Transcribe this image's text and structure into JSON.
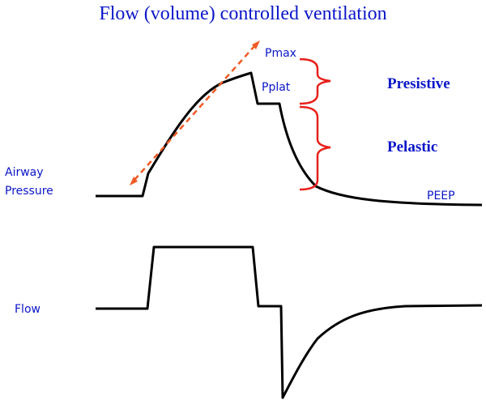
{
  "title": "Flow (volume) controlled ventilation",
  "labels": {
    "airway_pressure_line1": "Airway",
    "airway_pressure_line2": "Pressure",
    "flow": "Flow",
    "pmax": "Pmax",
    "pplat": "Pplat",
    "peep": "PEEP",
    "presistive": "Presistive",
    "pelastic": "Pelastic"
  },
  "colors": {
    "text_blue": "#0b16c8",
    "curve": "#000000",
    "brace": "#e8201a",
    "dashed_arrow": "#ef5a24"
  }
}
